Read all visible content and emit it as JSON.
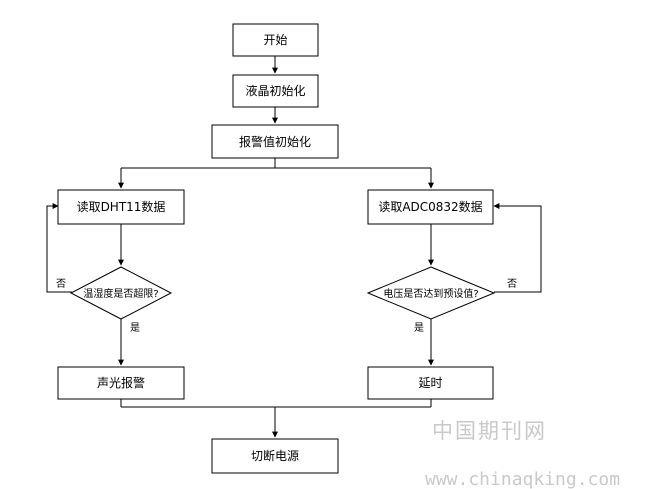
{
  "nodes": {
    "start": "开始",
    "lcd_init": "液晶初始化",
    "alarm_init": "报警值初始化",
    "read_dht11": "读取DHT11数据",
    "read_adc0832": "读取ADC0832数据",
    "decision_temp_humidity": "温湿度是否超限?",
    "decision_voltage": "电压是否达到预设值?",
    "sound_light_alarm": "声光报警",
    "delay": "延时",
    "cut_power": "切断电源"
  },
  "edge_labels": {
    "left_no": "否",
    "left_yes": "是",
    "right_no": "否",
    "right_yes": "是"
  },
  "watermark": {
    "title": "中国期刊网",
    "url": "www.chinaqking.com"
  }
}
